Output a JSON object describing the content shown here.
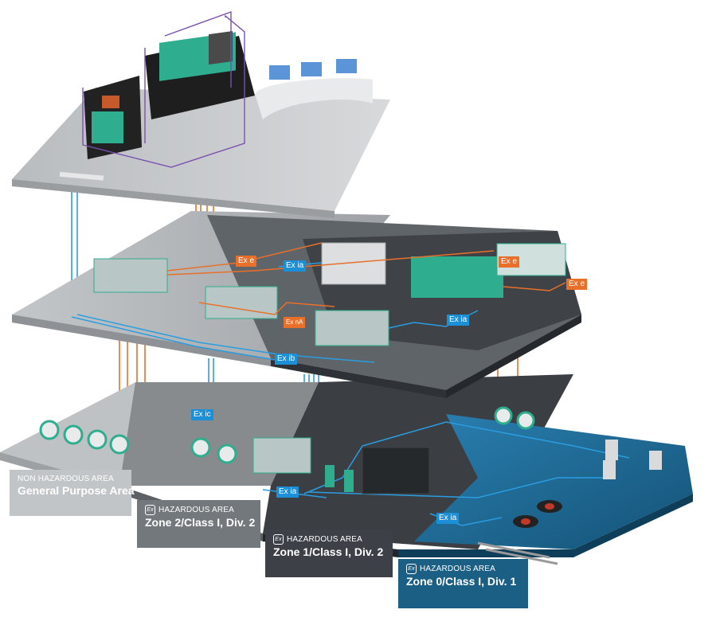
{
  "tags": {
    "ex_e_1": "Ex e",
    "ex_ia_1": "Ex ia",
    "ex_e_2": "Ex e",
    "ex_e_3": "Ex e",
    "ex_nA": "Ex nA",
    "ex_ia_2": "Ex ia",
    "ex_ib": "Ex ib",
    "ex_ic": "Ex ic",
    "ex_ia_3": "Ex ia",
    "ex_ia_4": "Ex ia"
  },
  "areas": [
    {
      "top": "NON HAZARDOUS AREA",
      "main": "General Purpose Area",
      "color": "#c2c5c7",
      "ex_icon": false
    },
    {
      "top": "HAZARDOUS AREA",
      "main": "Zone 2/Class I, Div. 2",
      "color": "#73787c",
      "ex_icon": true,
      "icon": "ex-symbol-icon"
    },
    {
      "top": "HAZARDOUS AREA",
      "main": "Zone 1/Class I, Div. 2",
      "color": "#3d4147",
      "ex_icon": true,
      "icon": "ex-symbol-icon"
    },
    {
      "top": "HAZARDOUS AREA",
      "main": "Zone 0/Class I, Div. 1",
      "color": "#1c5f85",
      "ex_icon": true,
      "icon": "ex-symbol-icon"
    }
  ],
  "colors": {
    "blue_wire": "#2a9de0",
    "orange_wire": "#e8702a",
    "purple_wire": "#7a4fb0",
    "device_green": "#2fae8f",
    "zone0_blue": "#1c5f85"
  }
}
